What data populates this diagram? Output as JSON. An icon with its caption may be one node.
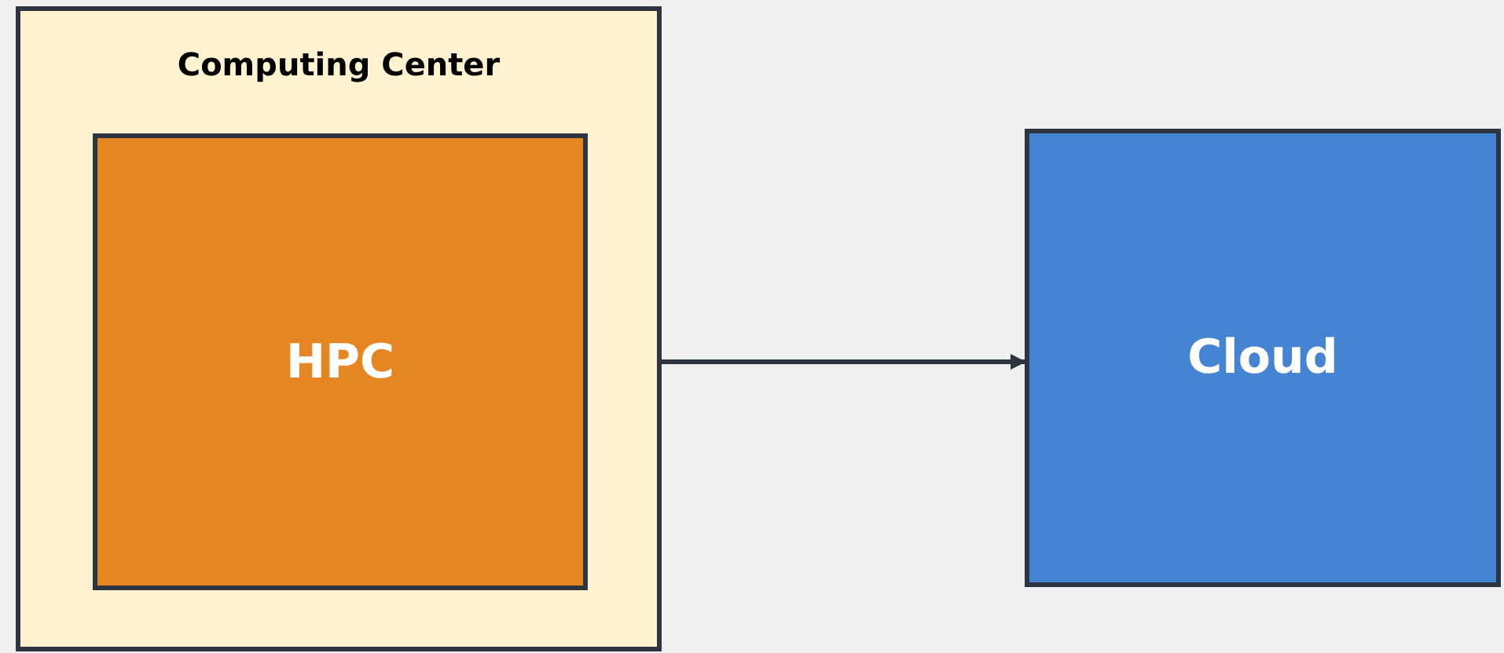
{
  "diagram": {
    "nodes": [
      {
        "text": [
          "Computing Center"
        ]
      },
      {
        "text": [
          "HPC"
        ],
        "in": 0
      },
      {
        "text": [
          "Cloud"
        ]
      }
    ],
    "edges": [
      {
        "from": 1,
        "to": 2,
        "arrow": "to"
      }
    ]
  }
}
